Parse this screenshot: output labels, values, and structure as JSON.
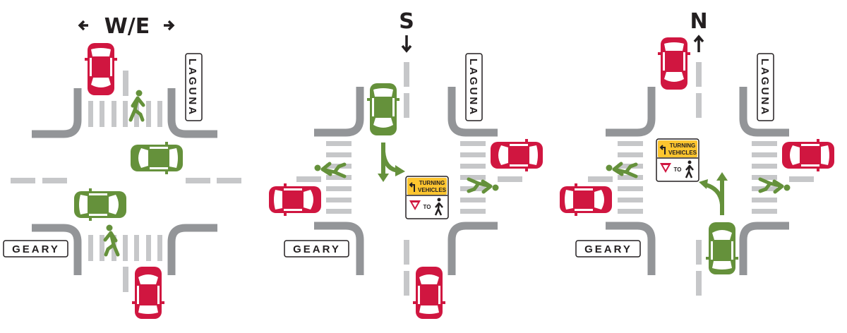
{
  "panels": [
    {
      "direction_label": "W/E",
      "street_ns": "LAGUNA",
      "street_ew": "GEARY"
    },
    {
      "direction_label": "S",
      "street_ns": "LAGUNA",
      "street_ew": "GEARY",
      "sign": {
        "line1": "TURNING",
        "line2": "VEHICLES",
        "line3": "TO"
      }
    },
    {
      "direction_label": "N",
      "street_ns": "LAGUNA",
      "street_ew": "GEARY",
      "sign": {
        "line1": "TURNING",
        "line2": "VEHICLES",
        "line3": "TO"
      }
    }
  ],
  "colors": {
    "go": "#65913b",
    "stop": "#d01640",
    "curb": "#939598",
    "marking": "#c6c7c9",
    "sign_yellow": "#fdc52f"
  }
}
